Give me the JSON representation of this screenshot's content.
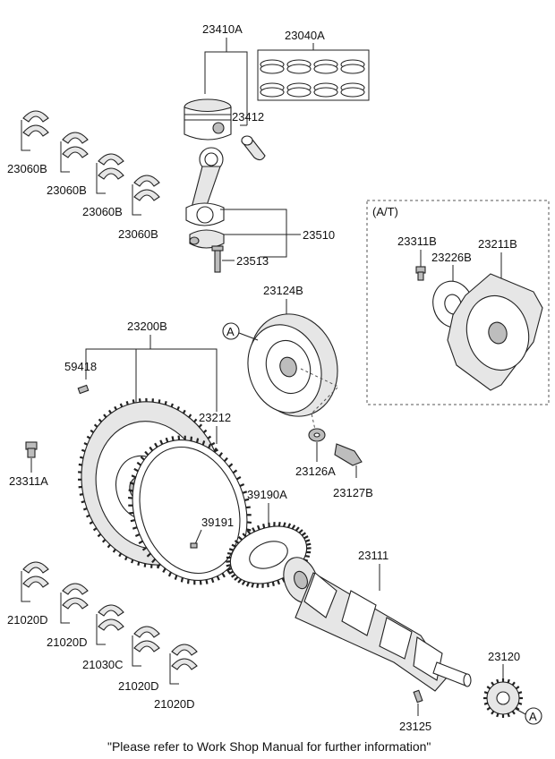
{
  "labels": {
    "p23410A": "23410A",
    "p23040A": "23040A",
    "p23412": "23412",
    "p23060B_1": "23060B",
    "p23060B_2": "23060B",
    "p23060B_3": "23060B",
    "p23060B_4": "23060B",
    "p23510": "23510",
    "p23513": "23513",
    "at_group": "(A/T)",
    "p23311B": "23311B",
    "p23226B": "23226B",
    "p23211B": "23211B",
    "p23124B": "23124B",
    "p23200B": "23200B",
    "p59418": "59418",
    "p23212": "23212",
    "p23311A": "23311A",
    "p23126A": "23126A",
    "p23127B": "23127B",
    "p39190A": "39190A",
    "p39191": "39191",
    "p23111": "23111",
    "p21020D_1": "21020D",
    "p21020D_2": "21020D",
    "p21030C": "21030C",
    "p21020D_3": "21020D",
    "p21020D_4": "21020D",
    "p23120": "23120",
    "p23125": "23125"
  },
  "markers": {
    "pulley_ref": "A",
    "sprocket_ref": "A"
  },
  "footer": {
    "note": "\"Please refer to Work Shop Manual for further information\""
  }
}
